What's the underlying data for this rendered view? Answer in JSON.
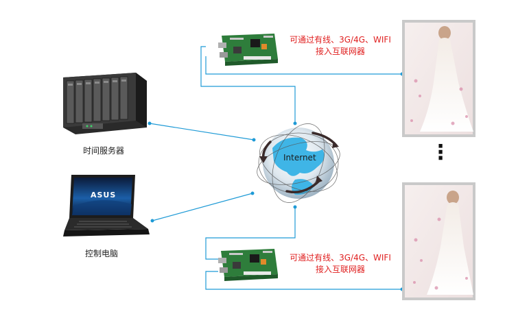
{
  "diagram": {
    "globe_label": "Internet",
    "server_label": "时间服务器",
    "laptop_label": "控制电脑",
    "laptop_logo": "ASUS",
    "controller_top_text": [
      "可通过有线、3G/4G、WIFI",
      "接入互联网器"
    ],
    "controller_bottom_text": [
      "可通过有线、3G/4G、WIFI",
      "接入互联网器"
    ],
    "ellipsis": "⋮",
    "colors": {
      "link": "#1e9ad6",
      "annotation": "#e02020",
      "globe_sea": "#dfe8ef",
      "globe_land": "#3fb5e6",
      "board": "#2e7d3b"
    }
  }
}
